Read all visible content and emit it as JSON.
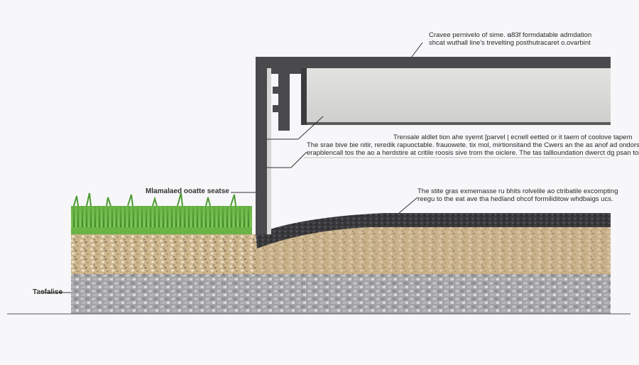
{
  "callouts": {
    "top": {
      "line1": "Cravee pernivelo of sime. ꬰ83f formdatable admdation",
      "line2": "shcat wuthall line's trevelting posthutracaret o.ovarbint"
    },
    "middle": {
      "line1": "Trensale aldlet tion ahe syemt [parvel | ecnell eetted or it taem of coolove tapem",
      "line2": "The srae bive bie nitir, reredik rapuoctable. frauowete. tix mol, mirtionsitand the Cwers an the as anof ad ondors",
      "line3": "erapblencall tos the ao a herdstire at critile roosis sive trom the oiclere. The tas tallloundation dwerct dg psan tone."
    },
    "lower": {
      "line1": "The stite gras exmemasse ru bhits rolvelile ao ctribatile excompting",
      "line2": "reegu to the eat ave tha hedland ohcof formiliditow whdbaigs ucs."
    }
  },
  "labels": {
    "grass": "Mlamalaed ooatte seatse",
    "base": "Taefalise"
  },
  "colors": {
    "background": "#f7f7f9",
    "grass": "#5aa83a",
    "gravel": "#cdb58e",
    "aggregate": "#a5a5a7",
    "wall": "#4a4a4c",
    "slab": "#d9d9d7",
    "membrane": "#2e2e30"
  }
}
